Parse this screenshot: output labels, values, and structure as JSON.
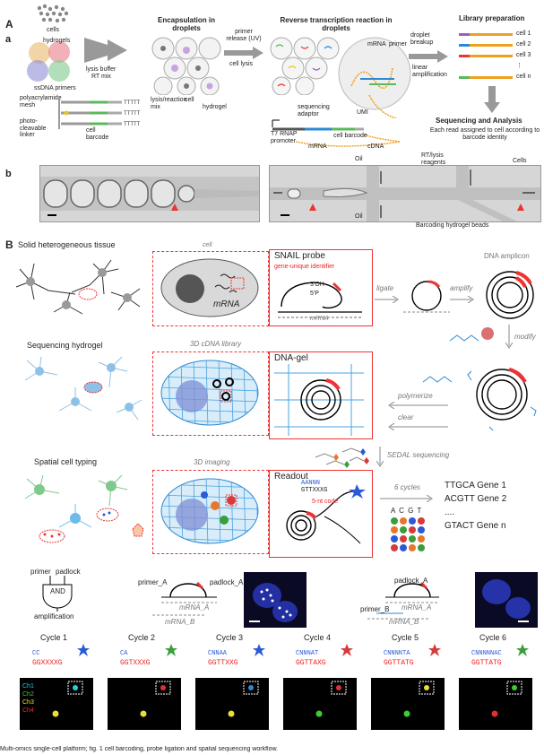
{
  "panel_A": {
    "label": "A",
    "sub_a": "a",
    "sub_b": "b",
    "cells": "cells",
    "hydrogels": "hydrogels",
    "ssdna_primers": "ssDNA primers",
    "polyacrylamide_mesh": "polyacrylamide mesh",
    "photo_cleavable_linker": "photo-cleavable linker",
    "cell_barcode": "cell barcode",
    "lysis_buffer": "lysis buffer",
    "rt_mix": "RT mix",
    "encapsulation": "Encapsulation in droplets",
    "lysis_reaction_mix": "lysis/reaction mix",
    "cell": "cell",
    "hydrogel": "hydrogel",
    "primer_release": "primer release (UV)",
    "cell_lysis": "cell lysis",
    "rt_reaction": "Reverse transcription reaction in droplets",
    "mrna": "mRNA",
    "primer": "primer",
    "sequencing_adaptor": "sequencing adaptor",
    "t7_promoter": "T7 RNAP promoter",
    "umi": "UMI",
    "cdna": "cDNA",
    "droplet_breakup": "droplet breakup",
    "linear_amplification": "linear amplification",
    "library_prep": "Library preparation",
    "lib_cells": [
      "cell 1",
      "cell 2",
      "cell 3",
      "⋮",
      "cell n"
    ],
    "seq_analysis": "Sequencing and Analysis",
    "seq_desc": "Each read assigned to cell according to barcode identity",
    "oil": "Oil",
    "rt_lysis_reagents": "RT/lysis reagents",
    "cells_inlet": "Cells",
    "barcoding_beads": "Barcoding hydrogel beads"
  },
  "panel_B": {
    "label": "B",
    "solid_tissue": "Solid heterogeneous tissue",
    "cell": "cell",
    "mrna": "mRNA",
    "snail_probe": "SNAIL probe",
    "gene_identifier": "gene-unique identifier",
    "oh3": "3'OH",
    "p5": "5'P",
    "ligate": "ligate",
    "amplify": "amplify",
    "dna_amplicon": "DNA amplicon",
    "modify": "modify",
    "seq_hydrogel": "Sequencing hydrogel",
    "cdna_library": "3D cDNA library",
    "dna_gel": "DNA-gel",
    "polymerize": "polymerize",
    "clear": "clear",
    "sedal": "SEDAL sequencing",
    "spatial_typing": "Spatial cell typing",
    "imaging": "3D imaging",
    "readout": "Readout",
    "code_label": "5-nt code",
    "six_cycles": "6 cycles",
    "bases": "A C G T",
    "genes": [
      "TTGCA Gene 1",
      "ACGTT Gene 2",
      "....",
      "GTACT Gene n"
    ],
    "primer": "primer",
    "padlock": "padlock",
    "and": "AND",
    "amplification": "amplification",
    "primer_a": "primer_A",
    "padlock_a": "padlock_A",
    "mrna_a": "mRNA_A",
    "mrna_b": "mRNA_B",
    "primer_b": "primer_B",
    "padlock_a2": "padlock_A",
    "cycles": [
      {
        "title": "Cycle 1",
        "seq": "GGXXXXG",
        "top": "CC"
      },
      {
        "title": "Cycle 2",
        "seq": "GGTXXXG",
        "top": "CA"
      },
      {
        "title": "Cycle 3",
        "seq": "GGTTXXG",
        "top": "CNNAA"
      },
      {
        "title": "Cycle 4",
        "seq": "GGTTAXG",
        "top": "CNNNAT"
      },
      {
        "title": "Cycle 5",
        "seq": "GGTTATG",
        "top": "CNNNNTA"
      },
      {
        "title": "Cycle 6",
        "seq": "GGTTATG",
        "top": "CNNNNNAC"
      }
    ],
    "channels": [
      "Ch1",
      "Ch2",
      "Ch3",
      "Ch4"
    ]
  },
  "caption": "Multi-omics single-cell platform; fig. 1 cell barcoding, probe ligation and spatial sequencing workflow."
}
